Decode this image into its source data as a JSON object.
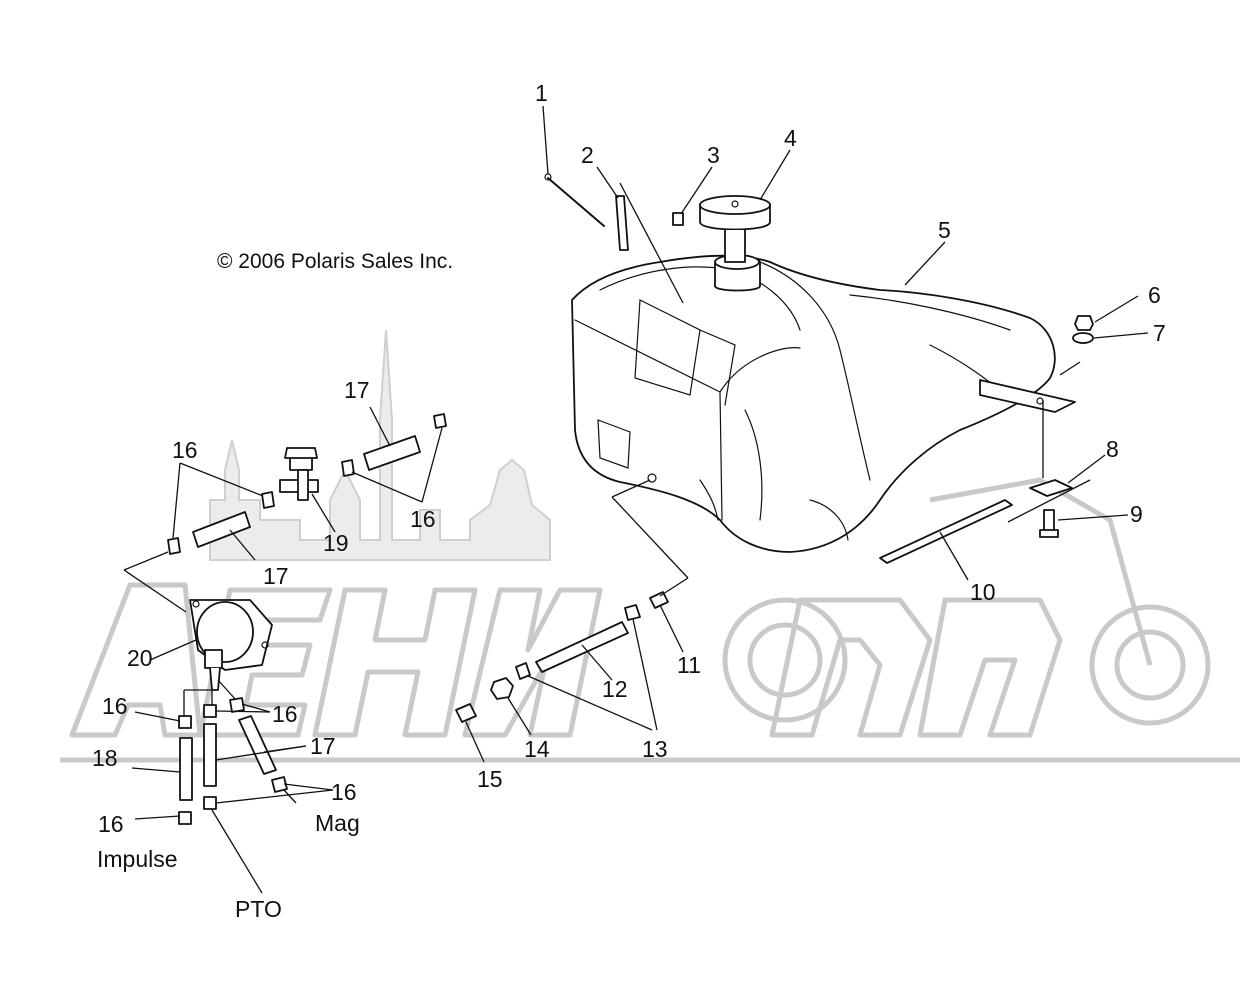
{
  "copyright": "© 2006 Polaris Sales Inc.",
  "callouts": {
    "c1": "1",
    "c2": "2",
    "c3": "3",
    "c4": "4",
    "c5": "5",
    "c6": "6",
    "c7": "7",
    "c8": "8",
    "c9": "9",
    "c10": "10",
    "c11": "11",
    "c12": "12",
    "c13": "13",
    "c14": "14",
    "c15": "15",
    "c16a": "16",
    "c16b": "16",
    "c16c": "16",
    "c16d": "16",
    "c16e": "16",
    "c16f": "16",
    "c17a": "17",
    "c17b": "17",
    "c17c": "17",
    "c18": "18",
    "c19": "19",
    "c20": "20"
  },
  "port_labels": {
    "impulse": "Impulse",
    "mag": "Mag",
    "pto": "PTO"
  },
  "colors": {
    "line": "#111111",
    "watermark": "#c9c9c9"
  }
}
